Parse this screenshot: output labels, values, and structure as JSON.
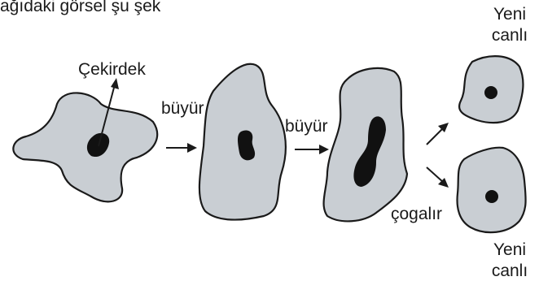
{
  "header": {
    "text": "ağıdaki görsel şu şek"
  },
  "labels": {
    "nucleus": "Çekirdek",
    "grow_1": "büyür",
    "grow_2": "büyür",
    "divides": "çogalır",
    "new_top_line1": "Yeni",
    "new_top_line2": "canlı",
    "new_bottom_line1": "Yeni",
    "new_bottom_line2": "canlı"
  },
  "colors": {
    "cell_fill": "#c9ced3",
    "outline": "#1a1a1a",
    "nucleus": "#111111"
  }
}
